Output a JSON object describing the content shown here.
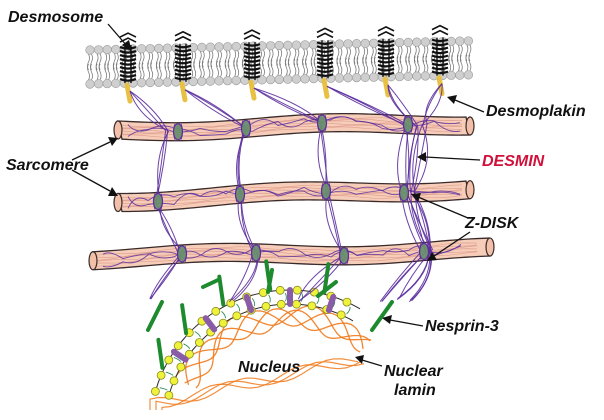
{
  "labels": {
    "desmosome": "Desmosome",
    "desmoplakin": "Desmoplakin",
    "sarcomere": "Sarcomere",
    "desmin": "DESMIN",
    "z_disk": "Z-DISK",
    "nesprin": "Nesprin-3",
    "nucleus": "Nucleus",
    "nuclear_lamin_line1": "Nuclear",
    "nuclear_lamin_line2": "lamin"
  },
  "colors": {
    "membrane_head": "#cfcfcf",
    "desmosome_coil": "#111111",
    "desmoplakin": "#e8c043",
    "fiber_fill": "#f6cdb8",
    "fiber_stripe": "#d98f82",
    "desmin": "#5b2e9e",
    "z_disk": "#6a8f6e",
    "nesprin": "#1e8a2e",
    "nuclear_pore": "#8a5ca8",
    "envelope_dot": "#eef23a",
    "lamin": "#f07a1c",
    "desmin_label": "#d0103a"
  }
}
